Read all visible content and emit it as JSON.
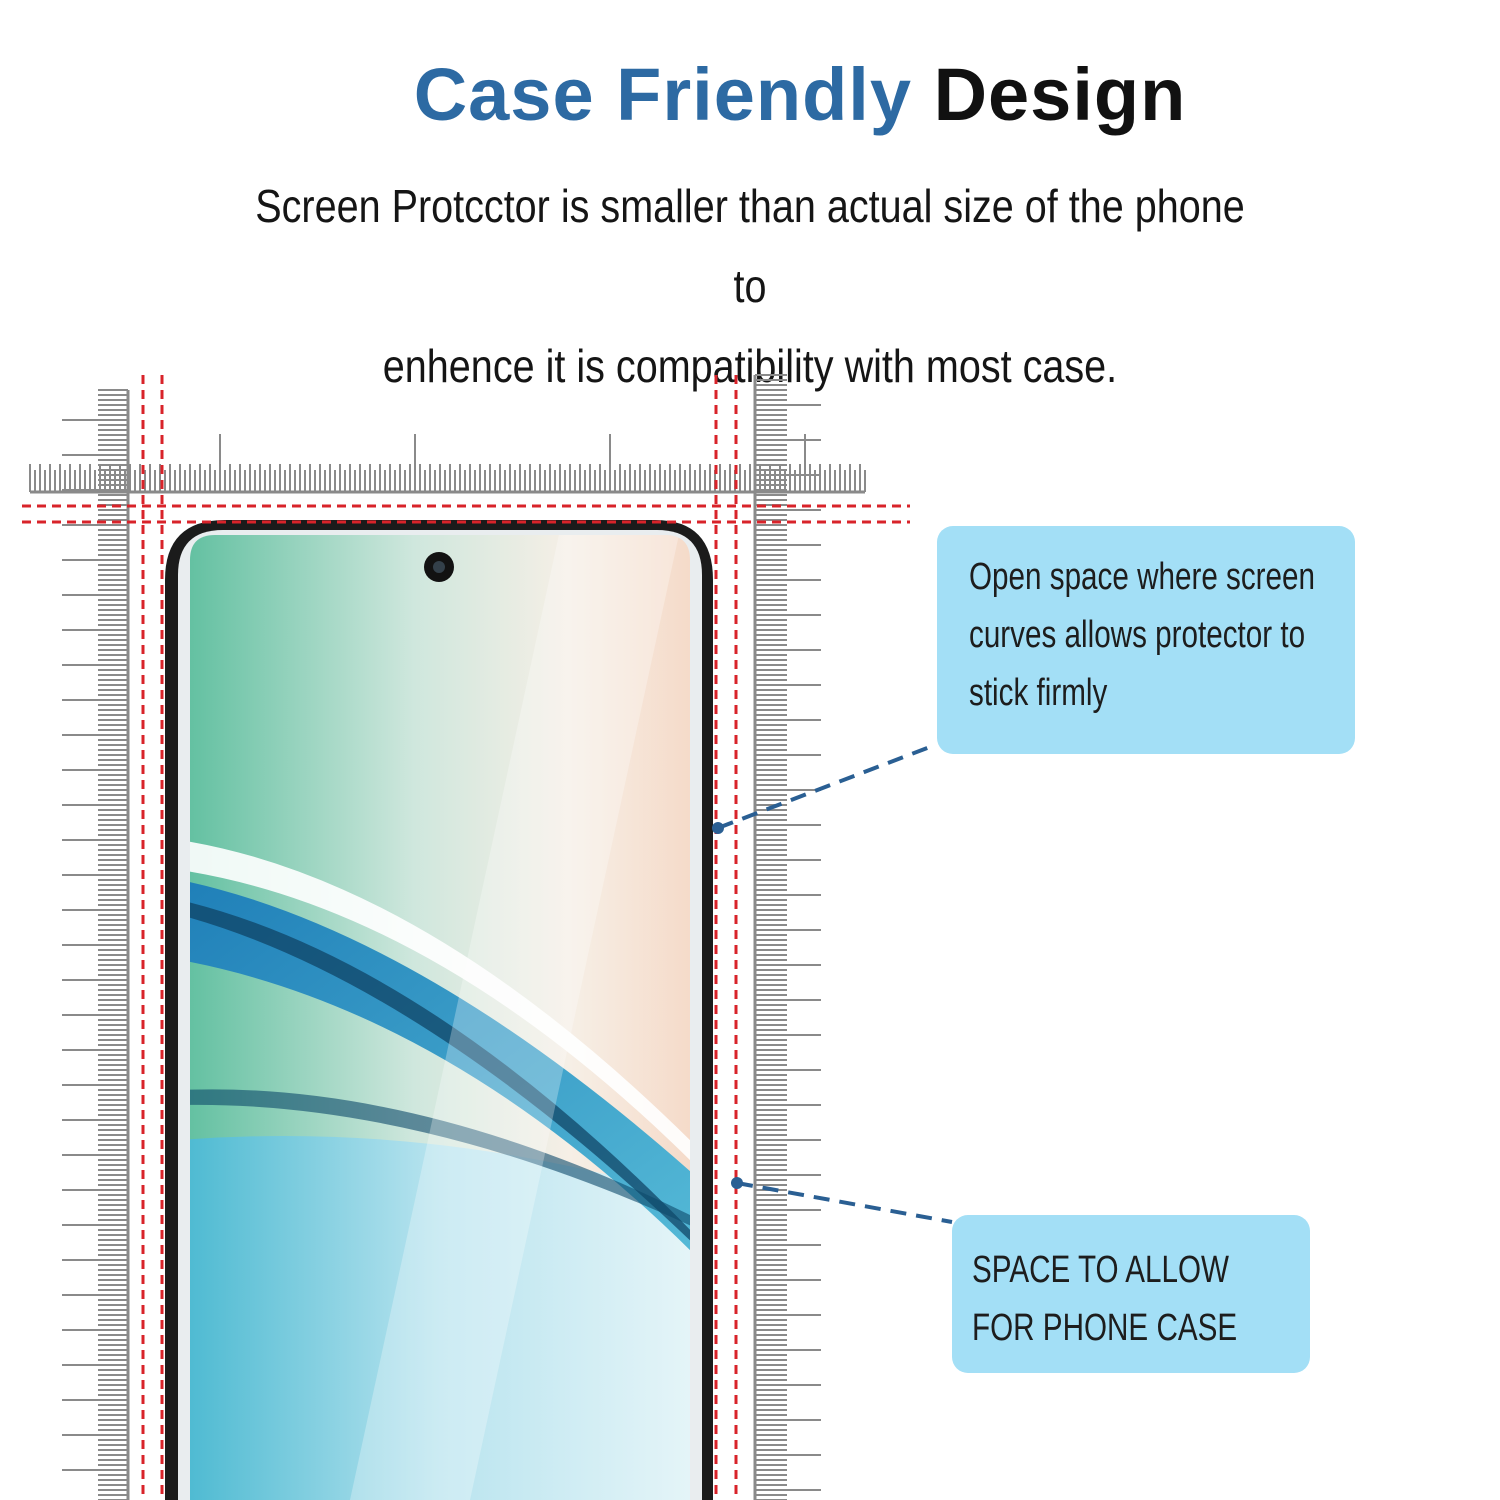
{
  "headline": {
    "part1": "Case Friendly",
    "part2": "Design"
  },
  "subtitle": {
    "line1": "Screen Protcctor is smaller than actual size of the phone to",
    "line2": "enhence it is compatibility with most case."
  },
  "callouts": [
    {
      "text": "Open space where screen curves allows protector to stick firmly"
    },
    {
      "text": "SPACE TO ALLOW FOR PHONE CASE"
    }
  ],
  "colors": {
    "headline_blue": "#2d6aa3",
    "callout_bg": "#a3dff6",
    "guide_red": "#d8232a",
    "leader_blue": "#2a5f93"
  }
}
